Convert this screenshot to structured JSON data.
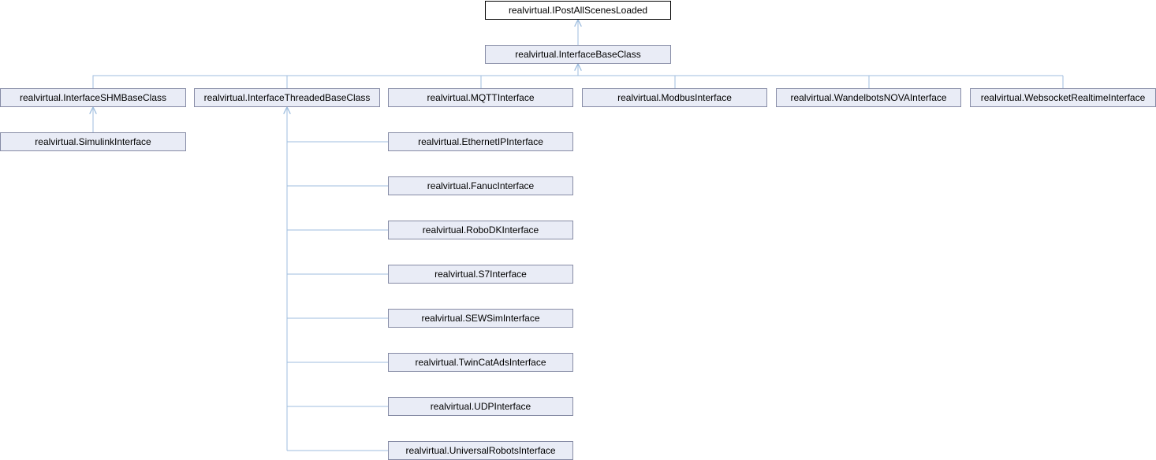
{
  "diagram": {
    "nodes": {
      "root": "realvirtual.IPostAllScenesLoaded",
      "base": "realvirtual.InterfaceBaseClass",
      "shm": "realvirtual.InterfaceSHMBaseClass",
      "threaded": "realvirtual.InterfaceThreadedBaseClass",
      "mqtt": "realvirtual.MQTTInterface",
      "modbus": "realvirtual.ModbusInterface",
      "wandel": "realvirtual.WandelbotsNOVAInterface",
      "websock": "realvirtual.WebsocketRealtimeInterface",
      "simulink": "realvirtual.SimulinkInterface",
      "ethip": "realvirtual.EthernetIPInterface",
      "fanuc": "realvirtual.FanucInterface",
      "robodk": "realvirtual.RoboDKInterface",
      "s7": "realvirtual.S7Interface",
      "sewsim": "realvirtual.SEWSimInterface",
      "twincat": "realvirtual.TwinCatAdsInterface",
      "udp": "realvirtual.UDPInterface",
      "ur": "realvirtual.UniversalRobotsInterface"
    },
    "edges": [
      {
        "from": "base",
        "to": "root"
      },
      {
        "from": "shm",
        "to": "base"
      },
      {
        "from": "threaded",
        "to": "base"
      },
      {
        "from": "mqtt",
        "to": "base"
      },
      {
        "from": "modbus",
        "to": "base"
      },
      {
        "from": "wandel",
        "to": "base"
      },
      {
        "from": "websock",
        "to": "base"
      },
      {
        "from": "simulink",
        "to": "shm"
      },
      {
        "from": "ethip",
        "to": "threaded"
      },
      {
        "from": "fanuc",
        "to": "threaded"
      },
      {
        "from": "robodk",
        "to": "threaded"
      },
      {
        "from": "s7",
        "to": "threaded"
      },
      {
        "from": "sewsim",
        "to": "threaded"
      },
      {
        "from": "twincat",
        "to": "threaded"
      },
      {
        "from": "udp",
        "to": "threaded"
      },
      {
        "from": "ur",
        "to": "threaded"
      }
    ],
    "colors": {
      "node_fill": "#e9ecf6",
      "node_border": "#868ba5",
      "root_fill": "#ffffff",
      "root_border": "#000000",
      "edge": "#9fbedf"
    }
  }
}
